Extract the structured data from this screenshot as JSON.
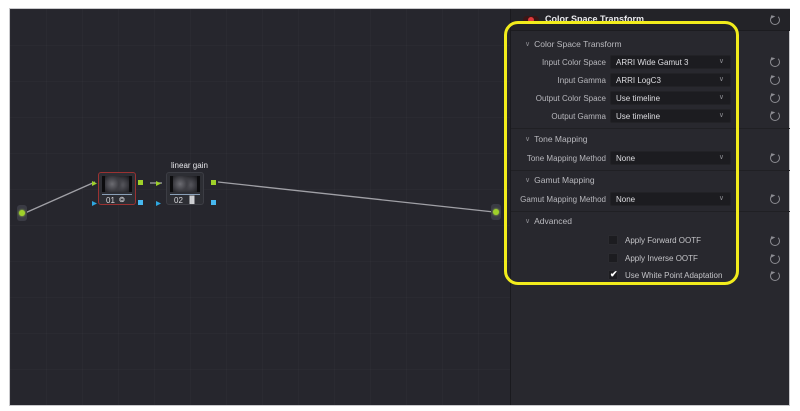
{
  "graph": {
    "nodes": [
      {
        "id": "01",
        "number": "01",
        "icon": "color-wheel-icon",
        "icon_glyph": "❂",
        "label": "",
        "selected": true
      },
      {
        "id": "02",
        "number": "02",
        "icon": "bars-icon",
        "icon_glyph": "▐▌",
        "label": "linear gain",
        "selected": false
      }
    ],
    "colors": {
      "link": "#9a9aa0",
      "rgb_port": "#9fd12a",
      "alpha_port": "#2ea7e0",
      "selected_border": "#9a3232"
    }
  },
  "panel": {
    "title": "Color Space Transform",
    "enabled": true,
    "sections": [
      {
        "title": "Color Space Transform",
        "fields": [
          {
            "label": "Input Color Space",
            "value": "ARRI Wide Gamut 3"
          },
          {
            "label": "Input Gamma",
            "value": "ARRI LogC3"
          },
          {
            "label": "Output Color Space",
            "value": "Use timeline"
          },
          {
            "label": "Output Gamma",
            "value": "Use timeline"
          }
        ]
      },
      {
        "title": "Tone Mapping",
        "fields": [
          {
            "label": "Tone Mapping Method",
            "value": "None"
          }
        ]
      },
      {
        "title": "Gamut Mapping",
        "fields": [
          {
            "label": "Gamut Mapping Method",
            "value": "None"
          }
        ]
      },
      {
        "title": "Advanced",
        "checkboxes": [
          {
            "label": "Apply Forward OOTF",
            "checked": false
          },
          {
            "label": "Apply Inverse OOTF",
            "checked": false
          },
          {
            "label": "Use White Point Adaptation",
            "checked": true,
            "tick": "✔"
          }
        ]
      }
    ],
    "chevron_glyph": "∨",
    "caret_glyph": "∨"
  },
  "annotation": {
    "highlight_color": "#f2ec1c"
  }
}
